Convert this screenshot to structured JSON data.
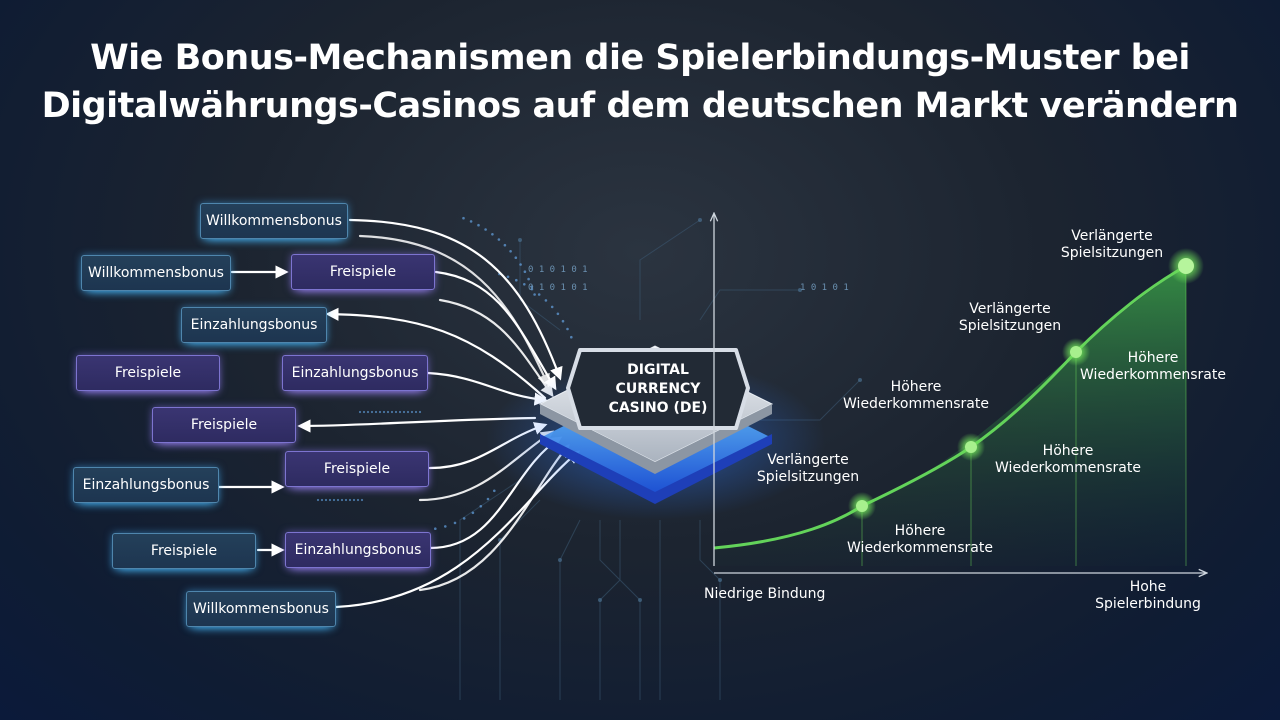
{
  "title": {
    "line1": "Wie Bonus-Mechanismen die Spielerbindungs-Muster bei",
    "line2": "Digitalwährungs-Casinos auf dem deutschen Markt verändern"
  },
  "bonus_boxes": [
    {
      "label": "Willkommensbonus"
    },
    {
      "label": "Willkommensbonus"
    },
    {
      "label": "Freispiele"
    },
    {
      "label": "Einzahlungsbonus"
    },
    {
      "label": "Freispiele"
    },
    {
      "label": "Einzahlungsbonus"
    },
    {
      "label": "Freispiele"
    },
    {
      "label": "Einzahlungsbonus"
    },
    {
      "label": "Freispiele"
    },
    {
      "label": "Freispiele"
    },
    {
      "label": "Einzahlungsbonus"
    },
    {
      "label": "Willkommensbonus"
    }
  ],
  "casino": {
    "line1": "DIGITAL",
    "line2": "CURRENCY",
    "line3": "CASINO (DE)"
  },
  "binary": {
    "row1": "0 1 0 1 0 1",
    "row2": "0 1 0 1 0 1",
    "row3": "1 0 1 0 1"
  },
  "chart": {
    "x_start_label": "Niedrige Bindung",
    "x_end_label_1": "Hohe",
    "x_end_label_2": "Spielerbindung",
    "annotations": [
      {
        "line1": "Verlängerte",
        "line2": "Spielsitzungen"
      },
      {
        "line1": "Höhere",
        "line2": "Wiederkommensrate"
      },
      {
        "line1": "Höhere",
        "line2": "Wiederkommensrate"
      },
      {
        "line1": "Höhere",
        "line2": "Wiederkommensrate"
      },
      {
        "line1": "Verlängerte",
        "line2": "Spielsitzungen"
      },
      {
        "line1": "Höhere",
        "line2": "Wiederkommensrate"
      },
      {
        "line1": "Verlängerte",
        "line2": "Spielsitzungen"
      }
    ]
  },
  "colors": {
    "blue_glow": "#49c0ff",
    "purple_glow": "#a88bff",
    "curve_green": "#63d35a",
    "chip_glow": "#2f7bff"
  }
}
